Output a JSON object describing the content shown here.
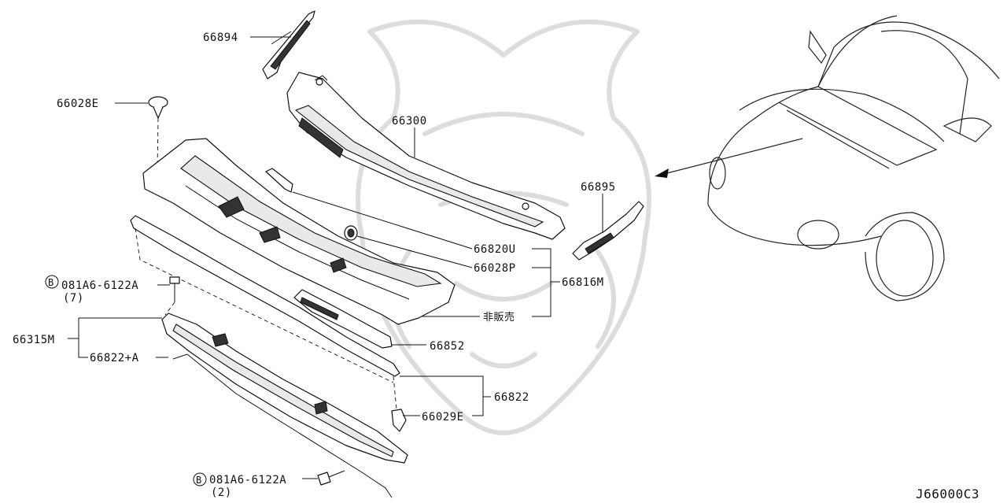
{
  "diagram_code": "J66000C3",
  "callouts": {
    "p66894": "66894",
    "p66028E": "66028E",
    "p66300": "66300",
    "p66895": "66895",
    "p66820U": "66820U",
    "p66028P": "66028P",
    "p66816M": "66816M",
    "not_for_sale": "非販売",
    "bolt_top_code": "081A6-6122A",
    "bolt_top_qty": "(7)",
    "bolt_marker": "B",
    "p66315M": "66315M",
    "p66822A": "66822+A",
    "p66852": "66852",
    "p66822": "66822",
    "p66029E": "66029E",
    "bolt_bottom_code": "081A6-6122A",
    "bolt_bottom_qty": "(2)"
  }
}
